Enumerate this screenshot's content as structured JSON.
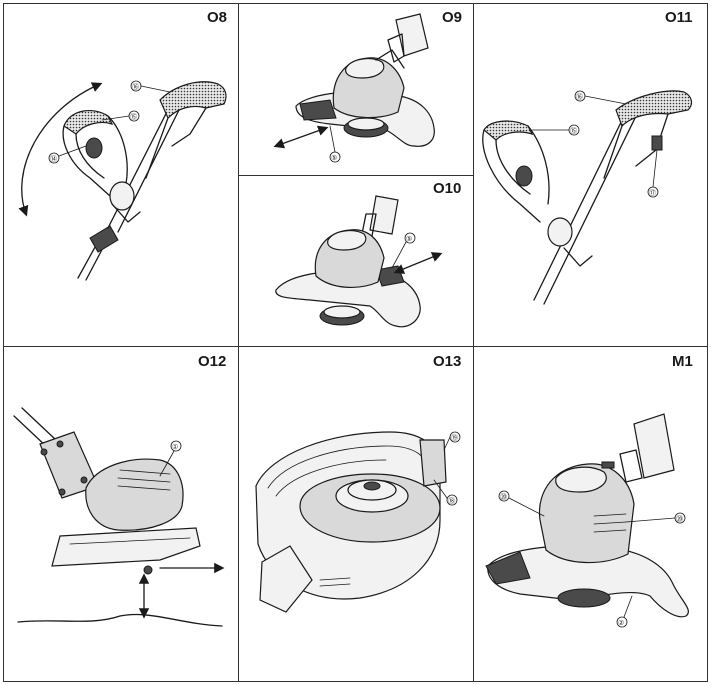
{
  "panels": [
    {
      "id": "O8",
      "label": "O8",
      "callouts": [
        "⑭",
        "⑮",
        "⑯"
      ]
    },
    {
      "id": "O9",
      "label": "O9",
      "callouts": [
        "⑤"
      ]
    },
    {
      "id": "O10",
      "label": "O10",
      "callouts": [
        "⑤"
      ]
    },
    {
      "id": "O11",
      "label": "O11",
      "callouts": [
        "⑮",
        "⑯",
        "⑰"
      ]
    },
    {
      "id": "O12",
      "label": "O12",
      "callouts": [
        "①"
      ]
    },
    {
      "id": "O13",
      "label": "O13",
      "callouts": [
        "⑲",
        "⑱"
      ]
    },
    {
      "id": "M1",
      "label": "M1",
      "callouts": [
        "⑳",
        "⑳",
        "②"
      ]
    }
  ],
  "colors": {
    "ink": "#1a1a1a",
    "grid": "#333333",
    "body": "#d9d9d9",
    "dark": "#4a4a4a"
  }
}
